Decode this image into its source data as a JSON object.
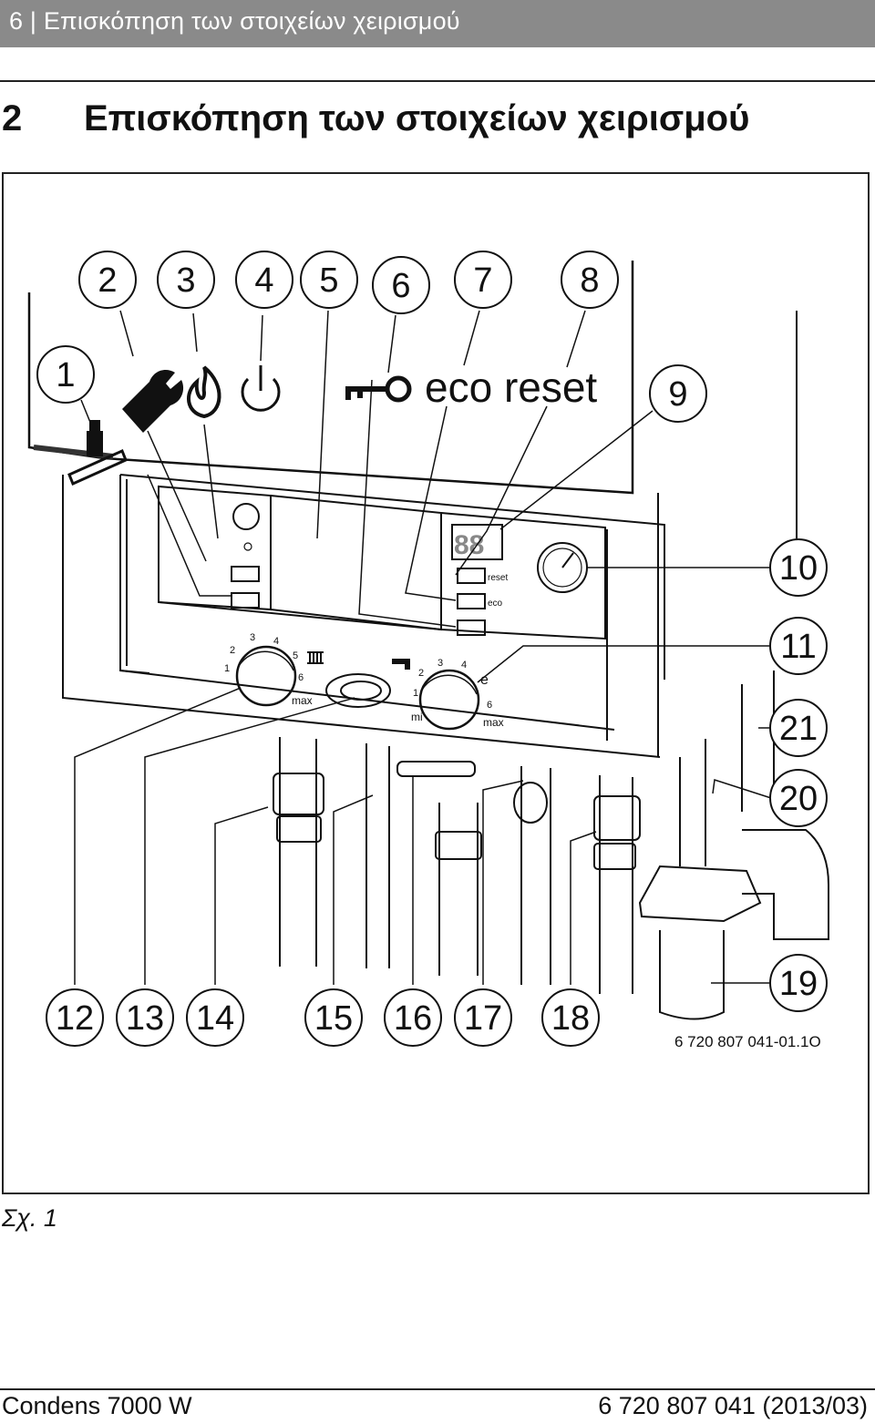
{
  "header": {
    "text": "6 | Επισκόπηση των στοιχείων χειρισμού"
  },
  "section": {
    "number": "2",
    "title": "Επισκόπηση των στοιχείων χειρισμού"
  },
  "figure": {
    "callouts": [
      "1",
      "2",
      "3",
      "4",
      "5",
      "6",
      "7",
      "8",
      "9",
      "10",
      "11",
      "12",
      "13",
      "14",
      "15",
      "16",
      "17",
      "18",
      "19",
      "20",
      "21"
    ],
    "icon_text": "eco reset",
    "panel_labels": {
      "reset": "reset",
      "eco": "eco",
      "max": "max",
      "min": "mi",
      "e": "e"
    },
    "dial_left_ticks": [
      "1",
      "2",
      "3",
      "4",
      "5",
      "6"
    ],
    "dial_right_ticks": [
      "1",
      "2",
      "3",
      "4",
      "6"
    ],
    "display_text": "88",
    "reference": "6 720 807 041-01.1O",
    "icons": [
      "chimney-sweep-icon",
      "wrench-icon",
      "flame-icon",
      "power-icon",
      "key-icon",
      "radiator-icon",
      "tap-icon"
    ]
  },
  "caption": "Σχ. 1",
  "footer": {
    "left": "Condens 7000 W",
    "right": "6 720 807 041 (2013/03)"
  }
}
